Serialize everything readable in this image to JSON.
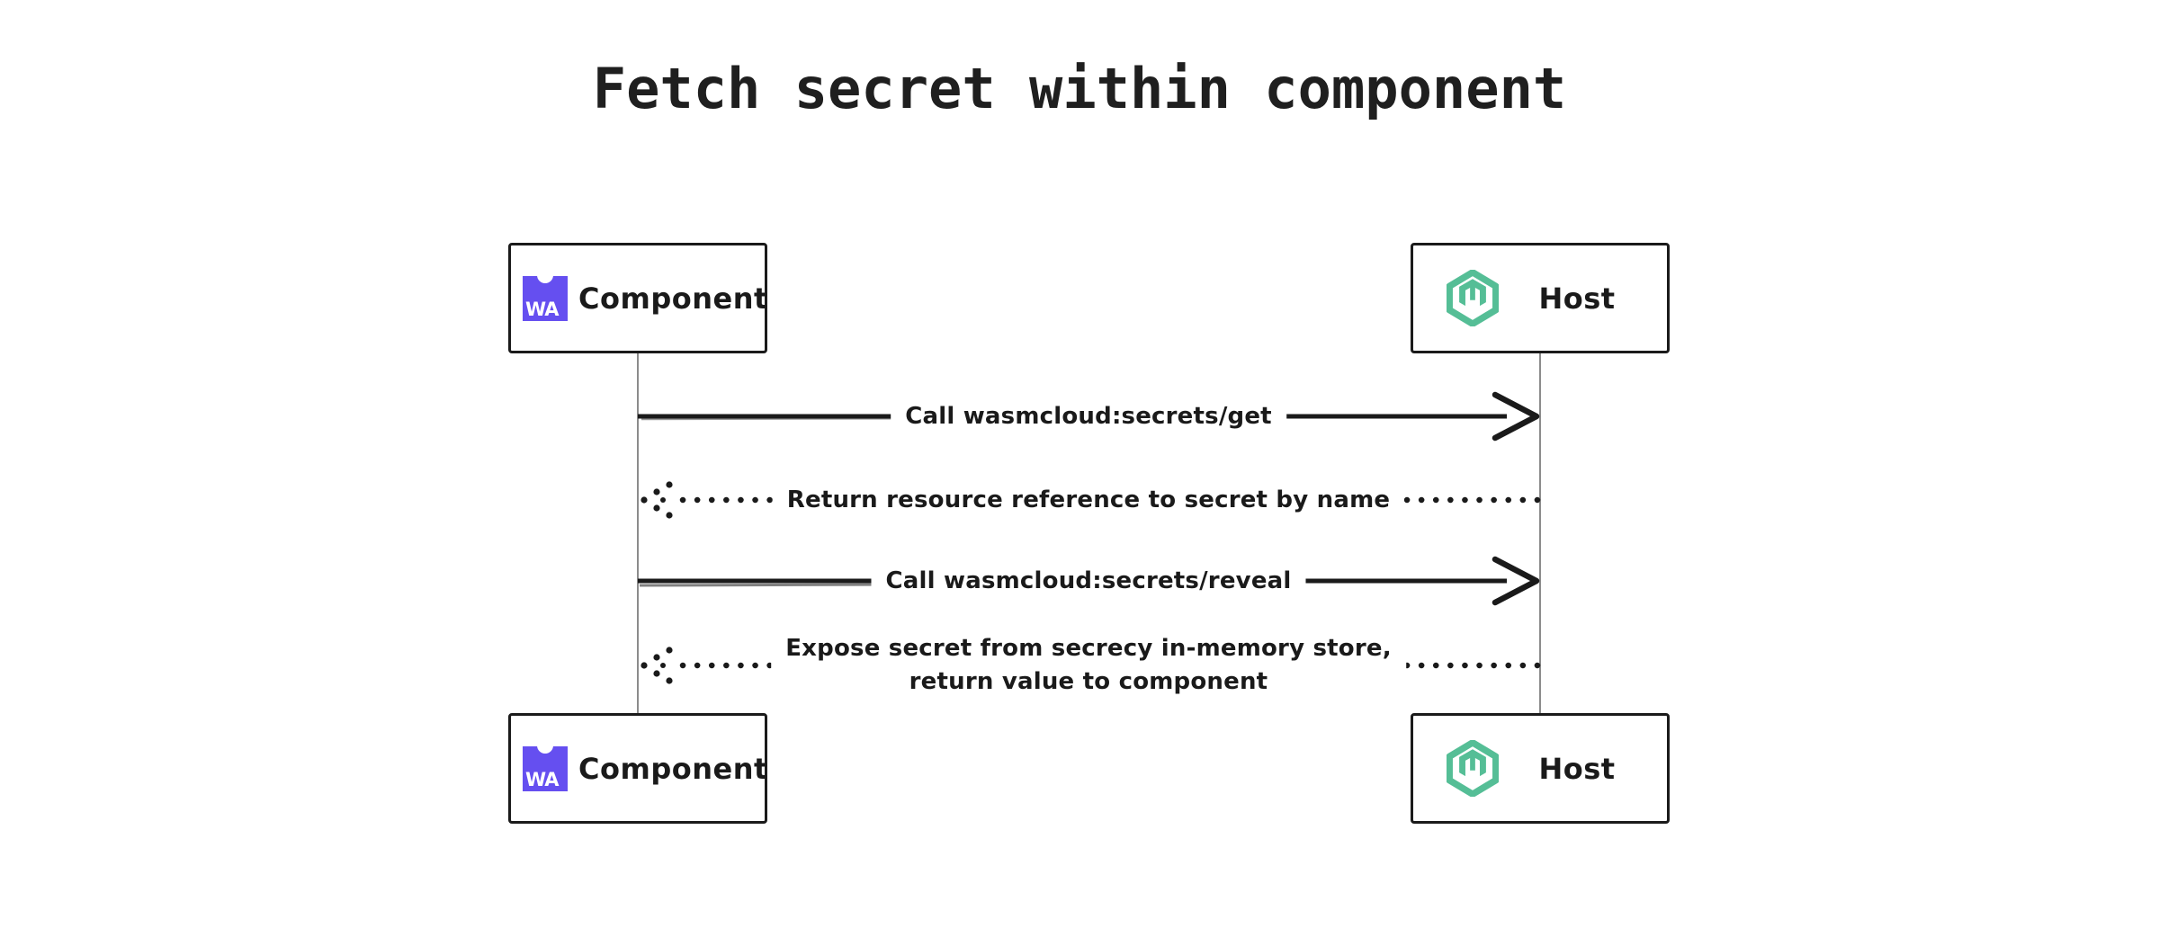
{
  "title": "Fetch secret within component",
  "colors": {
    "ink": "#1a1a1a",
    "wasm_purple": "#654FF0",
    "wasmcloud_green": "#55BE96",
    "lifeline_gray": "#8c8c8c",
    "background": "#ffffff"
  },
  "actors": {
    "component": {
      "label": "Component",
      "icon": "webassembly-logo",
      "icon_text": "WA"
    },
    "host": {
      "label": "Host",
      "icon": "wasmcloud-logo"
    }
  },
  "messages": [
    {
      "text": "Call wasmcloud:secrets/get",
      "type": "solid",
      "direction": "right",
      "from": "Component",
      "to": "Host"
    },
    {
      "text": "Return resource reference to secret by name",
      "type": "dotted",
      "direction": "left",
      "from": "Host",
      "to": "Component"
    },
    {
      "text": "Call wasmcloud:secrets/reveal",
      "type": "solid",
      "direction": "right",
      "from": "Component",
      "to": "Host"
    },
    {
      "text": "Expose secret from secrecy in-memory store, return value to component",
      "line1": "Expose secret from secrecy in-memory store,",
      "line2": "return value to component",
      "type": "dotted",
      "direction": "left",
      "from": "Host",
      "to": "Component"
    }
  ]
}
